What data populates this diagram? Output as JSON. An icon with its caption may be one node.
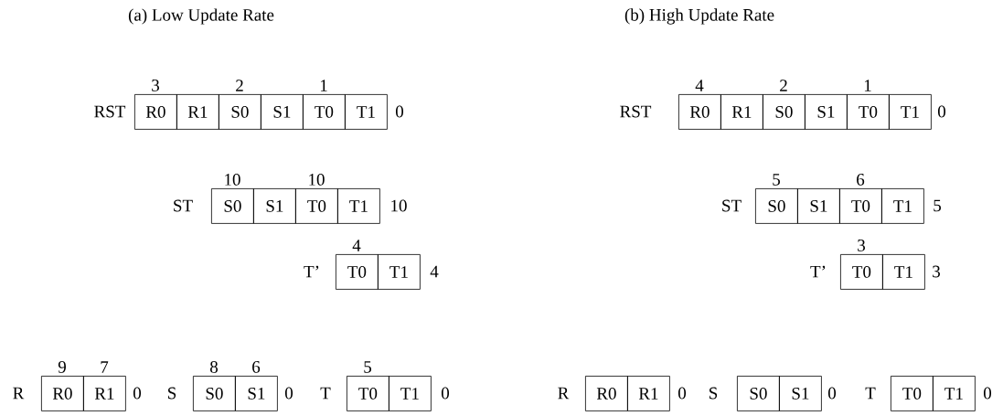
{
  "diagram": {
    "nodes": [
      {
        "text": [
          "R0"
        ],
        "beside": [
          "3"
        ]
      },
      {
        "text": [
          "R1"
        ]
      },
      {
        "text": [
          "S0"
        ],
        "beside": [
          "2"
        ]
      },
      {
        "text": [
          "S1"
        ]
      },
      {
        "text": [
          "T0"
        ],
        "beside": [
          "1"
        ]
      },
      {
        "text": [
          "T1"
        ]
      },
      {
        "text": [
          "R0"
        ],
        "beside": [
          "4"
        ]
      },
      {
        "text": [
          "R1"
        ]
      },
      {
        "text": [
          "S0"
        ],
        "beside": [
          "2"
        ]
      },
      {
        "text": [
          "S1"
        ]
      },
      {
        "text": [
          "T0"
        ],
        "beside": [
          "1"
        ]
      },
      {
        "text": [
          "T1"
        ]
      },
      {
        "text": [
          "S0"
        ],
        "beside": [
          "10"
        ]
      },
      {
        "text": [
          "S1"
        ]
      },
      {
        "text": [
          "T0"
        ],
        "beside": [
          "10"
        ]
      },
      {
        "text": [
          "T1"
        ]
      },
      {
        "text": [
          "S0"
        ],
        "beside": [
          "5"
        ]
      },
      {
        "text": [
          "S1"
        ]
      },
      {
        "text": [
          "T0"
        ],
        "beside": [
          "6"
        ]
      },
      {
        "text": [
          "T1"
        ]
      },
      {
        "text": [
          "T0"
        ],
        "beside": [
          "4"
        ]
      },
      {
        "text": [
          "T1"
        ]
      },
      {
        "text": [
          "T0"
        ],
        "beside": [
          "3"
        ]
      },
      {
        "text": [
          "T1"
        ]
      },
      {
        "text": [
          "R0"
        ],
        "beside": [
          "9"
        ]
      },
      {
        "text": [
          "R1"
        ],
        "beside": [
          "7"
        ]
      },
      {
        "text": [
          "S0"
        ],
        "beside": [
          "8"
        ]
      },
      {
        "text": [
          "S1"
        ],
        "beside": [
          "6"
        ]
      },
      {
        "text": [
          "T0"
        ],
        "beside": [
          "5"
        ]
      },
      {
        "text": [
          "T1"
        ]
      },
      {
        "text": [
          "R0"
        ]
      },
      {
        "text": [
          "R1"
        ]
      },
      {
        "text": [
          "S0"
        ]
      },
      {
        "text": [
          "S1"
        ]
      },
      {
        "text": [
          "T0"
        ]
      },
      {
        "text": [
          "T1"
        ]
      }
    ],
    "labels": [
      "(a) Low Update Rate",
      "(b) High Update Rate",
      "RST",
      "0",
      "RST",
      "0",
      "ST",
      "10",
      "ST",
      "5",
      "T’",
      "4",
      "T’",
      "3",
      "R",
      "0",
      "S",
      "0",
      "T",
      "0",
      "R",
      "0",
      "S",
      "0",
      "T",
      "0"
    ]
  }
}
